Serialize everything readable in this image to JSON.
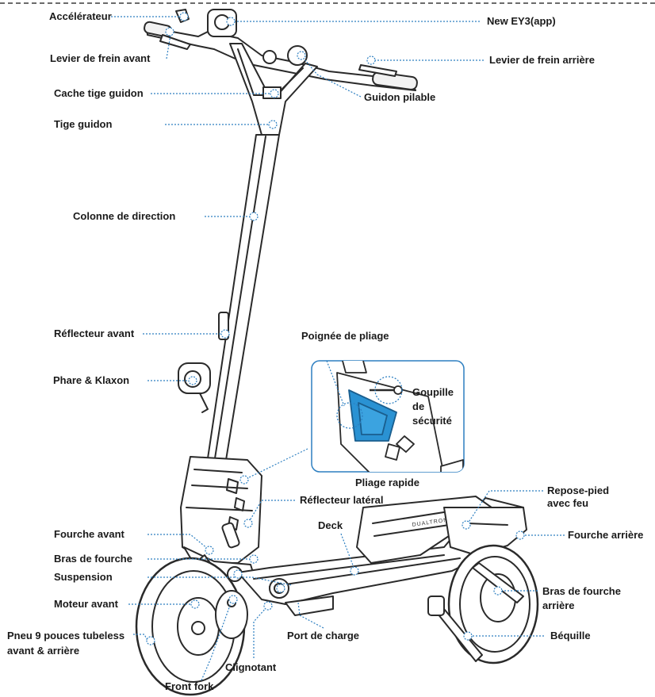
{
  "labels": {
    "accelerateur": "Accélérateur",
    "new_ey3": "New EY3(app)",
    "levier_frein_avant": "Levier de frein avant",
    "levier_frein_arriere": "Levier de frein arrière",
    "cache_tige": "Cache tige guidon",
    "guidon_pilable": "Guidon pilable",
    "tige_guidon": "Tige guidon",
    "colonne": "Colonne de direction",
    "reflecteur_avant": "Réflecteur avant",
    "phare": "Phare & Klaxon",
    "poignee_pliage": "Poignée de pliage",
    "goupille": "Goupille de sécurité",
    "pliage_rapide": "Pliage rapide",
    "reflecteur_lateral": "Réflecteur latéral",
    "repose_pied": "Repose-pied avec feu",
    "fourche_avant": "Fourche avant",
    "deck": "Deck",
    "fourche_arriere": "Fourche arrière",
    "bras_fourche": "Bras de fourche",
    "suspension": "Suspension",
    "bras_fourche_arriere": "Bras de fourche arrière",
    "moteur_avant": "Moteur avant",
    "pneu": "Pneu 9 pouces tubeless avant & arrière",
    "port_charge": "Port de charge",
    "bequille": "Béquille",
    "clignotant": "Clignotant",
    "front_fork": "Front fork"
  },
  "brand_mark": "DUALTRON",
  "colors": {
    "leader": "#2d7fc1",
    "outline": "#2a2a2a",
    "highlight": "#2a92d3"
  }
}
